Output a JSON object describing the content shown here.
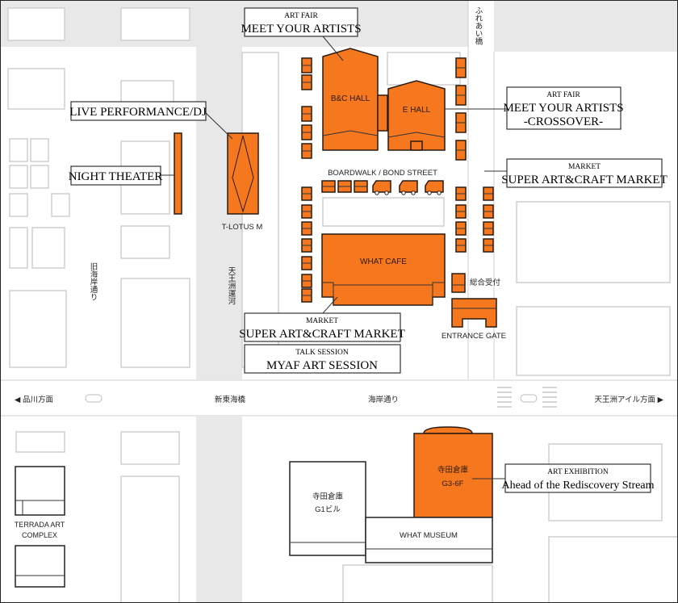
{
  "colors": {
    "venue": "#f5781e",
    "outline": "#2b1a10",
    "ground": "#e8e8e8"
  },
  "venues": {
    "bc_hall": "B&C HALL",
    "e_hall": "E HALL",
    "t_lotus": "T-LOTUS M",
    "what_cafe": "WHAT CAFE",
    "reception": "総合受付",
    "entrance_gate": "ENTRANCE GATE",
    "boardwalk": "BOARDWALK / BOND STREET",
    "g3_name": "寺田倉庫",
    "g3_floor": "G3-6F",
    "g1_name": "寺田倉庫",
    "g1_floor": "G1ビル",
    "what_museum": "WHAT MUSEUM",
    "terrada_1": "TERRADA ART",
    "terrada_2": "COMPLEX"
  },
  "callouts": {
    "meet_top": {
      "kicker": "ART FAIR",
      "title": "MEET YOUR ARTISTS"
    },
    "live": {
      "title": "LIVE PERFORMANCE/DJ"
    },
    "night": {
      "title": "NIGHT THEATER"
    },
    "crossover": {
      "kicker": "ART FAIR",
      "title": "MEET YOUR ARTISTS",
      "sub": "-CROSSOVER-"
    },
    "market_right": {
      "kicker": "MARKET",
      "title": "SUPER ART&CRAFT MARKET"
    },
    "market_low": {
      "kicker": "MARKET",
      "title": "SUPER ART&CRAFT MARKET"
    },
    "talk": {
      "kicker": "TALK SESSION",
      "title": "MYAF ART SESSION"
    },
    "exhibition": {
      "kicker": "ART EXHIBITION",
      "title": "Ahead of the Rediscovery Stream"
    }
  },
  "streets": {
    "west_dir": "◀ 品川方面",
    "east_dir": "天王洲アイル方面 ▶",
    "bridge_main": "新東海橋",
    "coast_road": "海岸通り",
    "old_coast_road": "旧海岸通り",
    "canal": "天王洲運河",
    "fureai_bridge": "ふれあい橋"
  }
}
